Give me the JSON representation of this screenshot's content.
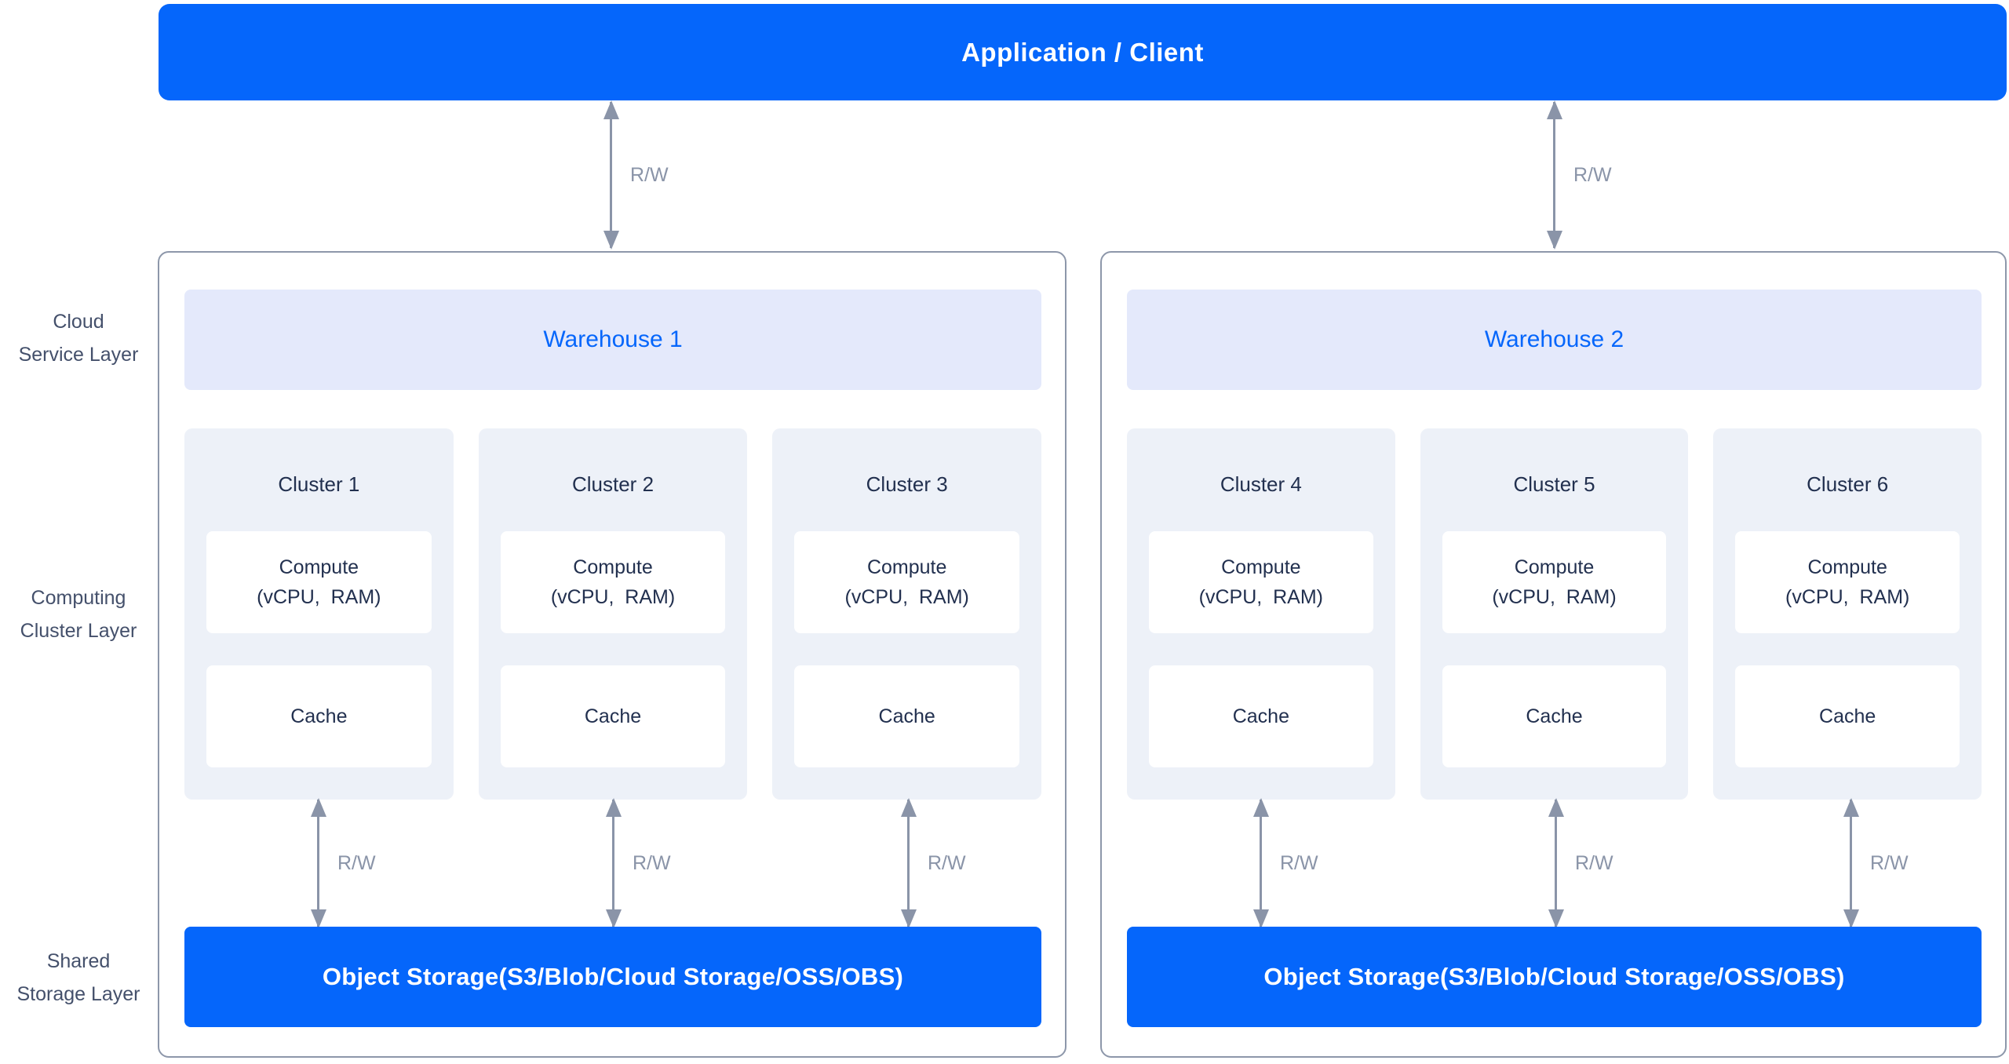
{
  "colors": {
    "primary_blue": "#0566FB",
    "header_bg": "#E4E9FB",
    "cluster_bg": "#EDF1F8",
    "navy_text": "#22304F",
    "slate_text": "#44506B",
    "arrow_gray": "#8A94A8",
    "border_gray": "#8D97AA",
    "white": "#FFFFFF"
  },
  "banner": {
    "title": "Application / Client"
  },
  "rw_label": "R/W",
  "layer_labels": [
    {
      "line1": "Cloud",
      "line2": "Service Layer"
    },
    {
      "line1": "Computing",
      "line2": "Cluster Layer"
    },
    {
      "line1": "Shared",
      "line2": "Storage Layer"
    }
  ],
  "warehouses": [
    {
      "title": "Warehouse 1",
      "clusters": [
        {
          "title": "Cluster 1",
          "compute_line1": "Compute",
          "compute_line2": "(vCPU,  RAM)",
          "cache": "Cache"
        },
        {
          "title": "Cluster 2",
          "compute_line1": "Compute",
          "compute_line2": "(vCPU,  RAM)",
          "cache": "Cache"
        },
        {
          "title": "Cluster 3",
          "compute_line1": "Compute",
          "compute_line2": "(vCPU,  RAM)",
          "cache": "Cache"
        }
      ],
      "storage": "Object Storage(S3/Blob/Cloud Storage/OSS/OBS)"
    },
    {
      "title": "Warehouse 2",
      "clusters": [
        {
          "title": "Cluster 4",
          "compute_line1": "Compute",
          "compute_line2": "(vCPU,  RAM)",
          "cache": "Cache"
        },
        {
          "title": "Cluster 5",
          "compute_line1": "Compute",
          "compute_line2": "(vCPU,  RAM)",
          "cache": "Cache"
        },
        {
          "title": "Cluster 6",
          "compute_line1": "Compute",
          "compute_line2": "(vCPU,  RAM)",
          "cache": "Cache"
        }
      ],
      "storage": "Object Storage(S3/Blob/Cloud Storage/OSS/OBS)"
    }
  ]
}
